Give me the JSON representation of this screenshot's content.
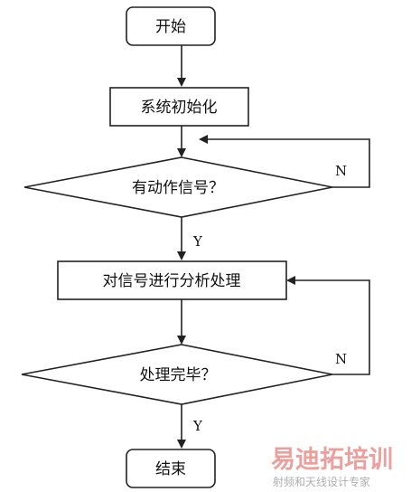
{
  "nodes": {
    "start": "开始",
    "init": "系统初始化",
    "decision_action": "有动作信号？",
    "process": "对信号进行分析处理",
    "decision_done": "处理完毕？",
    "end": "结束"
  },
  "branches": {
    "action_no": "N",
    "action_yes": "Y",
    "done_no": "N",
    "done_yes": "Y"
  },
  "watermark": {
    "title": "易迪拓培训",
    "subtitle": "射频和天线设计专家"
  },
  "colors": {
    "line": "#222222",
    "watermark_red": "#d9534f",
    "watermark_gray": "#9a9a9a"
  }
}
